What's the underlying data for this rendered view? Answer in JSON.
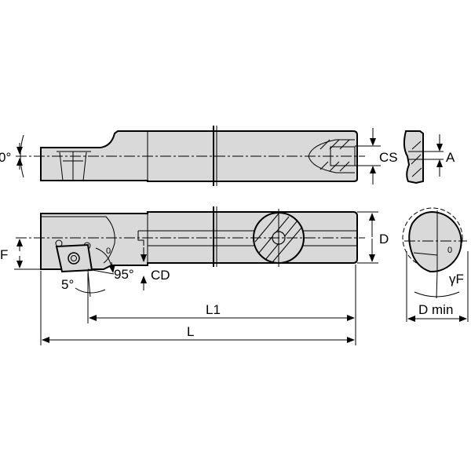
{
  "labels": {
    "angle_top": "0°",
    "cs": "CS",
    "a": "A",
    "d": "D",
    "f": "F",
    "lead_angle": "95°",
    "cd": "CD",
    "clearance": "5°",
    "l1": "L1",
    "l": "L",
    "gamma_f": "γF",
    "d_min": "D min"
  },
  "colors": {
    "body_fill": "#d9d9d9",
    "line": "#000000"
  }
}
